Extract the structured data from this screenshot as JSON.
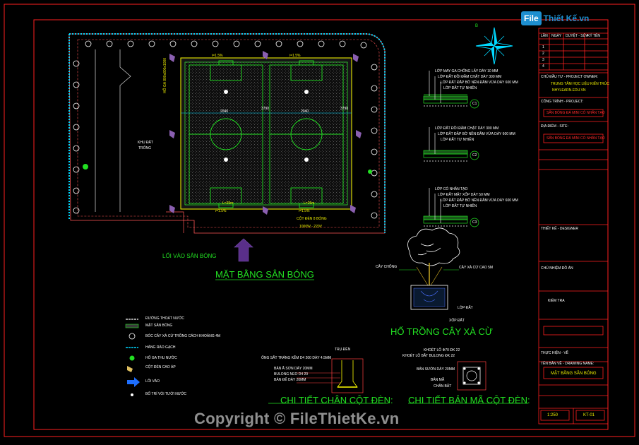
{
  "logo": {
    "brand_left": "File",
    "brand_right": "Thiết Kế.vn"
  },
  "plan": {
    "title": "MẶT BẰNG SÂN BÓNG",
    "entrance": "LỐI VÀO SÂN BÓNG",
    "open_land": [
      "KHU ĐẤT",
      "TRỐNG"
    ],
    "slope_labels": [
      "i=1.5%",
      "i=1.5%",
      "i=1.5%",
      "i=1.5%"
    ],
    "pole_label": "CỘT ĐÈN 8 BÓNG",
    "pole_spec": "1000W - 220V",
    "side_label": "HỐ GA 800x800x1000",
    "dim_labels": [
      "2040",
      "3790",
      "2040",
      "3790",
      "L=25m",
      "L=25m"
    ],
    "north": "B"
  },
  "sections": [
    {
      "layers": [
        "LỚP MAY GA CHỐNG LẤY DÀY 10 MM",
        "LỚP ĐẤT ĐỒI ĐẦM CHẶT DÀY 300 MM",
        "LỚP ĐẤT ĐẮP BỜ NỀN ĐẦM VỪA DÀY 600 MM",
        "LỚP ĐẤT TỰ NHIÊN"
      ],
      "marker": "C1"
    },
    {
      "layers": [
        "LỚP ĐẤT ĐỒI ĐẦM CHẶT DÀY 300 MM",
        "LỚP ĐẤT ĐẮP BỜ NỀN ĐẦM VỪA DÀY 600 MM",
        "LỚP ĐẤT TỰ NHIÊN"
      ],
      "marker": "C2"
    },
    {
      "layers": [
        "LỚP CỎ NHÂN TẠO",
        "LỚP ĐẤT MẶT XỐP DÀY 50 MM",
        "LỚP ĐẤT ĐẮP BỜ NỀN ĐẦM VỪA DÀY 600 MM",
        "LỚP ĐẤT TỰ NHIÊN"
      ],
      "marker": "C3"
    }
  ],
  "tree_detail": {
    "title": "HỐ TRỒNG CÂY XÀ CỪ",
    "labels": [
      "CÂY CHỐNG",
      "CÂY XÀ CỪ CAO 5M",
      "LỚP ĐẤT",
      "XỐP ĐẤT"
    ]
  },
  "legend": [
    {
      "icon": "drain",
      "text": "ĐƯỜNG THOÁT NƯỚC"
    },
    {
      "icon": "grass",
      "text": "MẶT SÂN BÓNG"
    },
    {
      "icon": "tree",
      "text": "BÓC CÂY XÀ CỪ TRỒNG CÁCH KHOẢNG 4M"
    },
    {
      "icon": "brick",
      "text": "HÀNG RÀO GẠCH"
    },
    {
      "icon": "sump",
      "text": "HỐ GA THU NƯỚC"
    },
    {
      "icon": "light",
      "text": "CỘT ĐÈN CAO ÁP"
    },
    {
      "icon": "arrow",
      "text": "LỐI VÀO"
    },
    {
      "icon": "tap",
      "text": "BỐ TRÍ VÒI TƯỚI NƯỚC"
    }
  ],
  "pole_base": {
    "title": "CHI TIẾT CHÂN CỘT ĐÈN:",
    "top": "TRỤ ĐÈN",
    "labels": [
      "ỐNG SẮT TRÁNG KẼM D4 200 DÀY 4.5MM",
      "BẢN Ã SƠN DÀY 20MM",
      "BULONG NEO D4 20",
      "BẢN ĐẾ DÀY 20MM"
    ]
  },
  "plate_detail": {
    "title": "CHI TIẾT BẢN MÃ CỘT ĐÈN:",
    "labels": [
      "KHOÉT LỖ Ф70 ĐK 22",
      "KHOÉT LỖ BẮT BULONG ĐK 22",
      "BẢN SƯỜN DÀY 20MM",
      "BẢN MÃ",
      "CHÂN BẮT"
    ]
  },
  "title_block": {
    "header": [
      "LẦN",
      "NGÀY",
      "DUYỆT - SỬA",
      "KÝ TÊN"
    ],
    "rows": [
      "1",
      "2",
      "3",
      "4"
    ],
    "owner_label": "CHỦ ĐẦU TƯ - PROJECT OWNER:",
    "owner": "TRUNG TÂM HỌC LIỆU KIẾN TRÚC",
    "owner_web": "NHYLEARN.EDU.VN",
    "project_label": "CÔNG TRÌNH - PROJECT:",
    "project": "SÂN BÓNG ĐÁ MINI CỎ NHÂN TẠO",
    "address_label": "ĐỊA ĐIỂM - SITE:",
    "address": "SÂN BÓNG ĐÁ MINI CỎ NHÂN TẠO",
    "designer": "THIẾT KẾ - DESIGNER",
    "supervisor": "CHỦ NHIỆM ĐỒ ÁN",
    "checker": "KIỂM TRA",
    "drawn": "THỰC HIỆN - VẼ",
    "sheet_label": "TÊN BẢN VẼ - DRAWING NAME:",
    "sheet_name": "MẶT BẰNG SÂN BÓNG",
    "scale": "1:250",
    "code": "KT-01"
  },
  "watermark": "Copyright © FileThietKe.vn"
}
